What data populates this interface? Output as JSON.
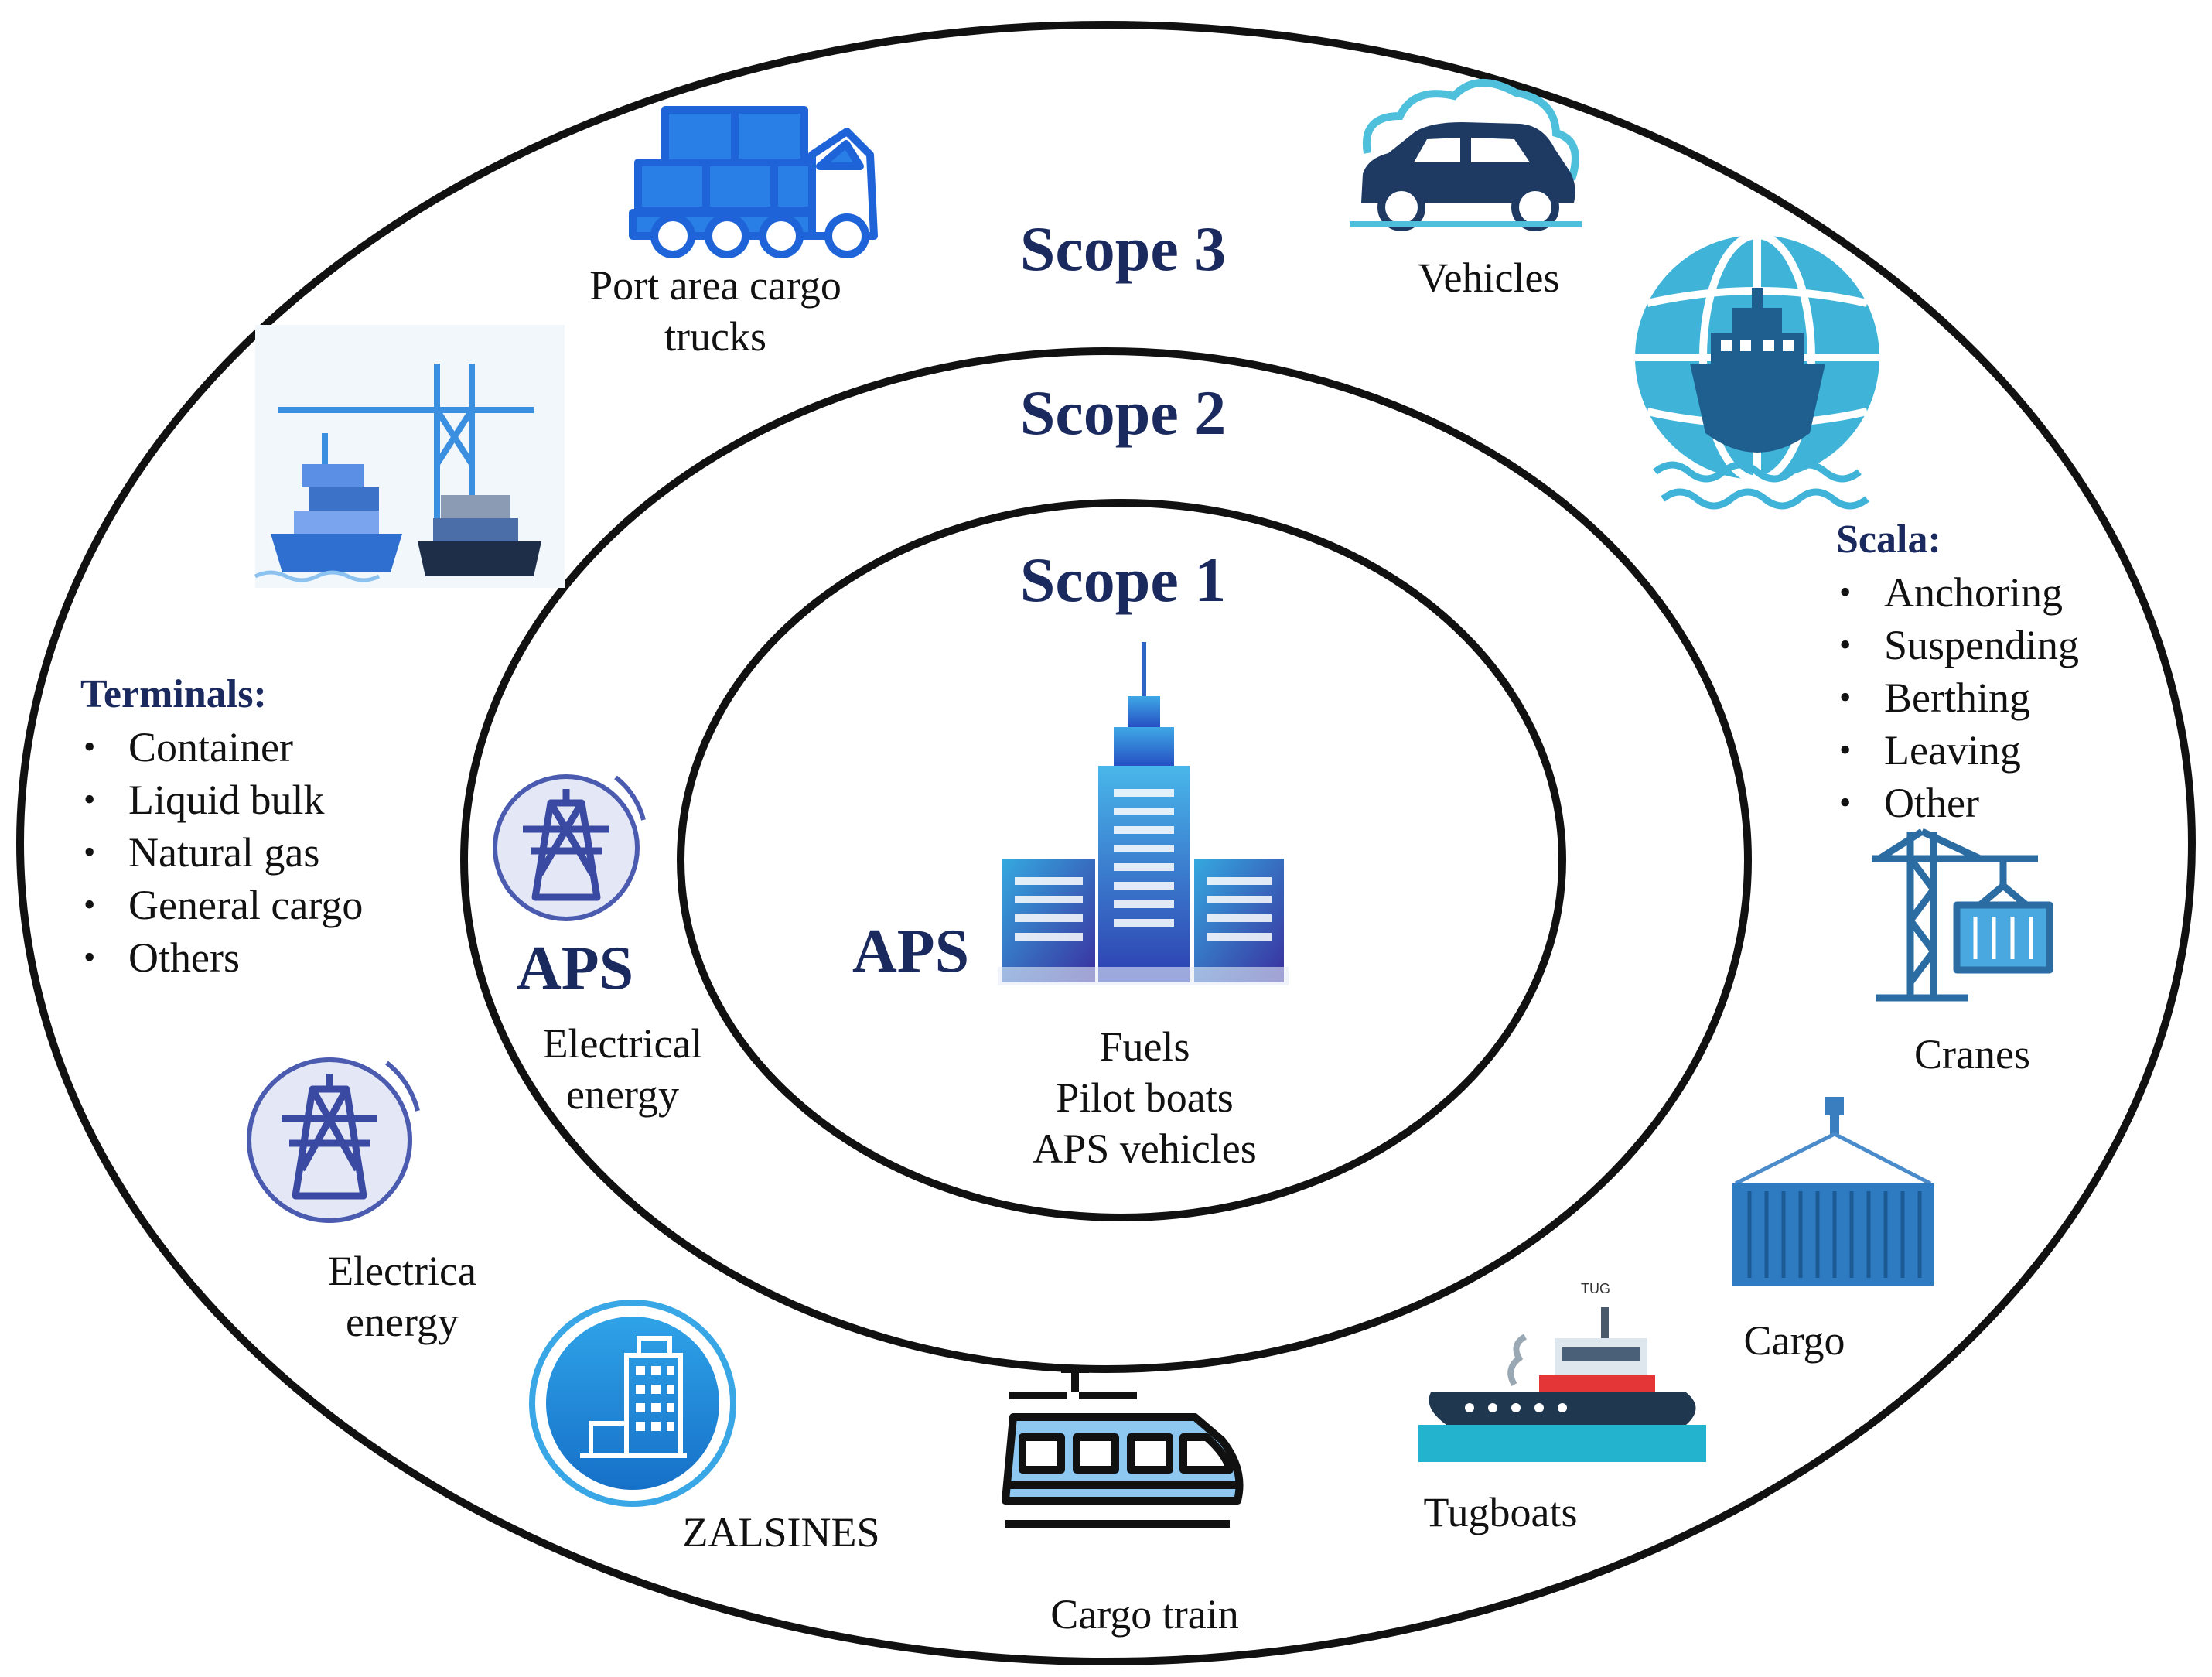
{
  "scopes": {
    "scope3": "Scope 3",
    "scope2": "Scope 2",
    "scope1": "Scope 1"
  },
  "scope1": {
    "org": "APS",
    "items": [
      "Fuels",
      "Pilot boats",
      "APS vehicles"
    ]
  },
  "scope2": {
    "org": "APS",
    "label_lines": [
      "Electrical",
      "energy"
    ]
  },
  "scope3": {
    "trucks_lines": [
      "Port area cargo",
      "trucks"
    ],
    "vehicles": "Vehicles",
    "scala": {
      "heading": "Scala:",
      "items": [
        "Anchoring",
        "Suspending",
        "Berthing",
        "Leaving",
        "Other"
      ]
    },
    "terminals": {
      "heading": "Terminals:",
      "items": [
        "Container",
        "Liquid bulk",
        "Natural gas",
        "General cargo",
        "Others"
      ]
    },
    "cranes": "Cranes",
    "cargo": "Cargo",
    "tugboats": "Tugboats",
    "tug_sign": "TUG",
    "cargo_train": "Cargo train",
    "zalsines": "ZALSINES",
    "electrical_lines": [
      "Electrica",
      "energy"
    ]
  },
  "colors": {
    "ring_stroke": "#111111",
    "heading_navy": "#1b2a5e",
    "icon_blue": "#1e64d8",
    "icon_light_blue": "#3fb4d8",
    "icon_steel": "#2b6da3"
  },
  "icons": [
    "truck-icon",
    "car-icon",
    "globe-ship-icon",
    "port-cranes-icon",
    "power-tower-icon",
    "building-icon",
    "harbor-crane-icon",
    "container-icon",
    "tugboat-icon",
    "train-icon",
    "zalsines-building-icon"
  ]
}
